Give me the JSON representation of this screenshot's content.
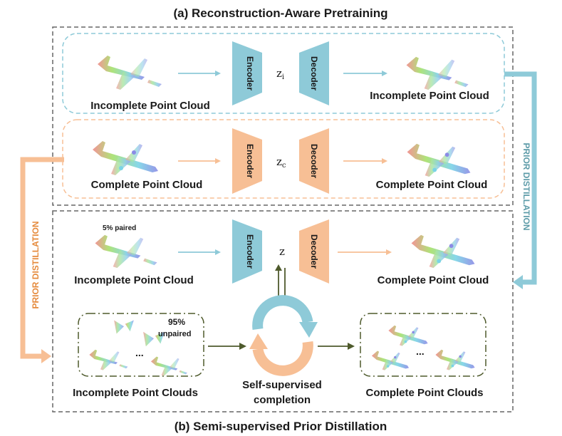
{
  "section_a": {
    "title": "(a)  Reconstruction-Aware Pretraining"
  },
  "section_b": {
    "title": "(b) Semi-supervised Prior Distillation"
  },
  "row_incomplete": {
    "input_label": "Incomplete Point Cloud",
    "output_label": "Incomplete Point Cloud",
    "encoder": "Encoder",
    "decoder": "Decoder",
    "latent_main": "z",
    "latent_sub": "i"
  },
  "row_complete": {
    "input_label": "Complete Point Cloud",
    "output_label": "Complete Point Cloud",
    "encoder": "Encoder",
    "decoder": "Decoder",
    "latent_main": "z",
    "latent_sub": "c"
  },
  "row_semi": {
    "paired_note": "5% paired",
    "input_label": "Incomplete Point Cloud",
    "output_label": "Complete Point Cloud",
    "encoder": "Encoder",
    "decoder": "Decoder",
    "latent": "z"
  },
  "unpaired": {
    "percent": "95%",
    "note": "unpaired",
    "ellipsis": "...",
    "input_label": "Incomplete Point Clouds",
    "output_label": "Complete Point Clouds",
    "self_supervised_line1": "Self-supervised",
    "self_supervised_line2": "completion"
  },
  "side_labels": {
    "left": "PRIOR DISTILLATION",
    "right": "PRIOR DISTILLATION"
  },
  "colors": {
    "blue": "#8ecad8",
    "orange": "#f7bf95",
    "right_label": "#5c9ba8",
    "left_label": "#e58a3c",
    "olive": "#4e5a2c",
    "dash_gray": "#666666"
  }
}
